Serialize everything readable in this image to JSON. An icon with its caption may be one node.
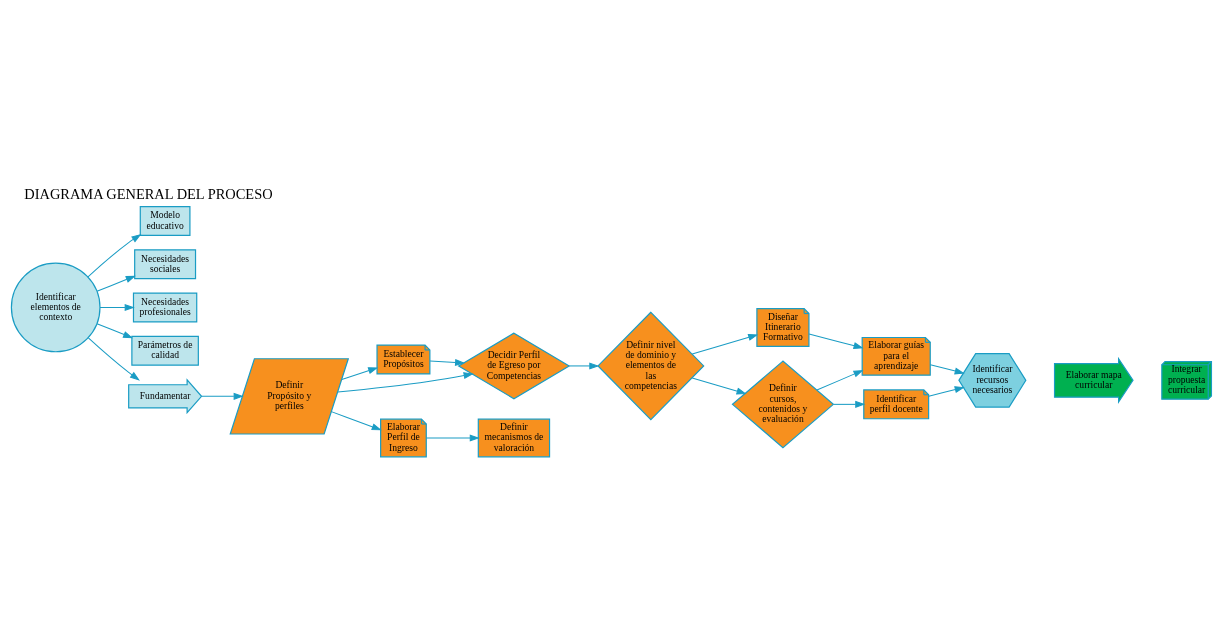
{
  "diagram": {
    "title": "DIAGRAMA GENERAL DEL PROCESO",
    "nodes": [
      {
        "text": [
          "Identificar elementos de contexto"
        ]
      },
      {
        "text": [
          "Modelo educativo"
        ]
      },
      {
        "text": [
          "Necesidades sociales"
        ]
      },
      {
        "text": [
          "Necesidades profesionales"
        ]
      },
      {
        "text": [
          "Parámetros de calidad"
        ]
      },
      {
        "text": [
          "Fundamentar"
        ]
      },
      {
        "text": [
          "Definir Propósito y perfiles"
        ]
      },
      {
        "text": [
          "Establecer Propósitos"
        ]
      },
      {
        "text": [
          "Decidir Perfil de Egreso por Competencias"
        ]
      },
      {
        "text": [
          "Elaborar Perfil de Ingreso"
        ]
      },
      {
        "text": [
          "Definir mecanismos de valoración"
        ]
      },
      {
        "text": [
          "Definir nivel de dominio y elementos de las competencias"
        ]
      },
      {
        "text": [
          "Diseñar Itinerario Formativo"
        ]
      },
      {
        "text": [
          "Definir cursos, contenidos y evaluación"
        ]
      },
      {
        "text": [
          "Elaborar guías para el aprendizaje"
        ]
      },
      {
        "text": [
          "Identificar perfil docente"
        ]
      },
      {
        "text": [
          "Identificar recursos necesarios"
        ]
      },
      {
        "text": [
          "Elaborar mapa curricular"
        ]
      },
      {
        "text": [
          "Integrar propuesta curricular"
        ]
      }
    ],
    "edges": [
      {
        "from": 0,
        "to": 1,
        "arrow": "to"
      },
      {
        "from": 0,
        "to": 2,
        "arrow": "to"
      },
      {
        "from": 0,
        "to": 3,
        "arrow": "to"
      },
      {
        "from": 0,
        "to": 4,
        "arrow": "to"
      },
      {
        "from": 0,
        "to": 5,
        "arrow": "to"
      },
      {
        "from": 5,
        "to": 6,
        "arrow": "to"
      },
      {
        "from": 6,
        "to": 7,
        "arrow": "to"
      },
      {
        "from": 7,
        "to": 8,
        "arrow": "to"
      },
      {
        "from": 6,
        "to": 8,
        "arrow": "to"
      },
      {
        "from": 6,
        "to": 9,
        "arrow": "to"
      },
      {
        "from": 9,
        "to": 10,
        "arrow": "to"
      },
      {
        "from": 8,
        "to": 11,
        "arrow": "to"
      },
      {
        "from": 11,
        "to": 13,
        "arrow": "to"
      },
      {
        "from": 11,
        "to": 12,
        "arrow": "to"
      },
      {
        "from": 12,
        "to": 14,
        "arrow": "to"
      },
      {
        "from": 13,
        "to": 14,
        "arrow": "to"
      },
      {
        "from": 13,
        "to": 15,
        "arrow": "to"
      },
      {
        "from": 14,
        "to": 16,
        "arrow": "to"
      },
      {
        "from": 15,
        "to": 16,
        "arrow": "to"
      }
    ]
  }
}
